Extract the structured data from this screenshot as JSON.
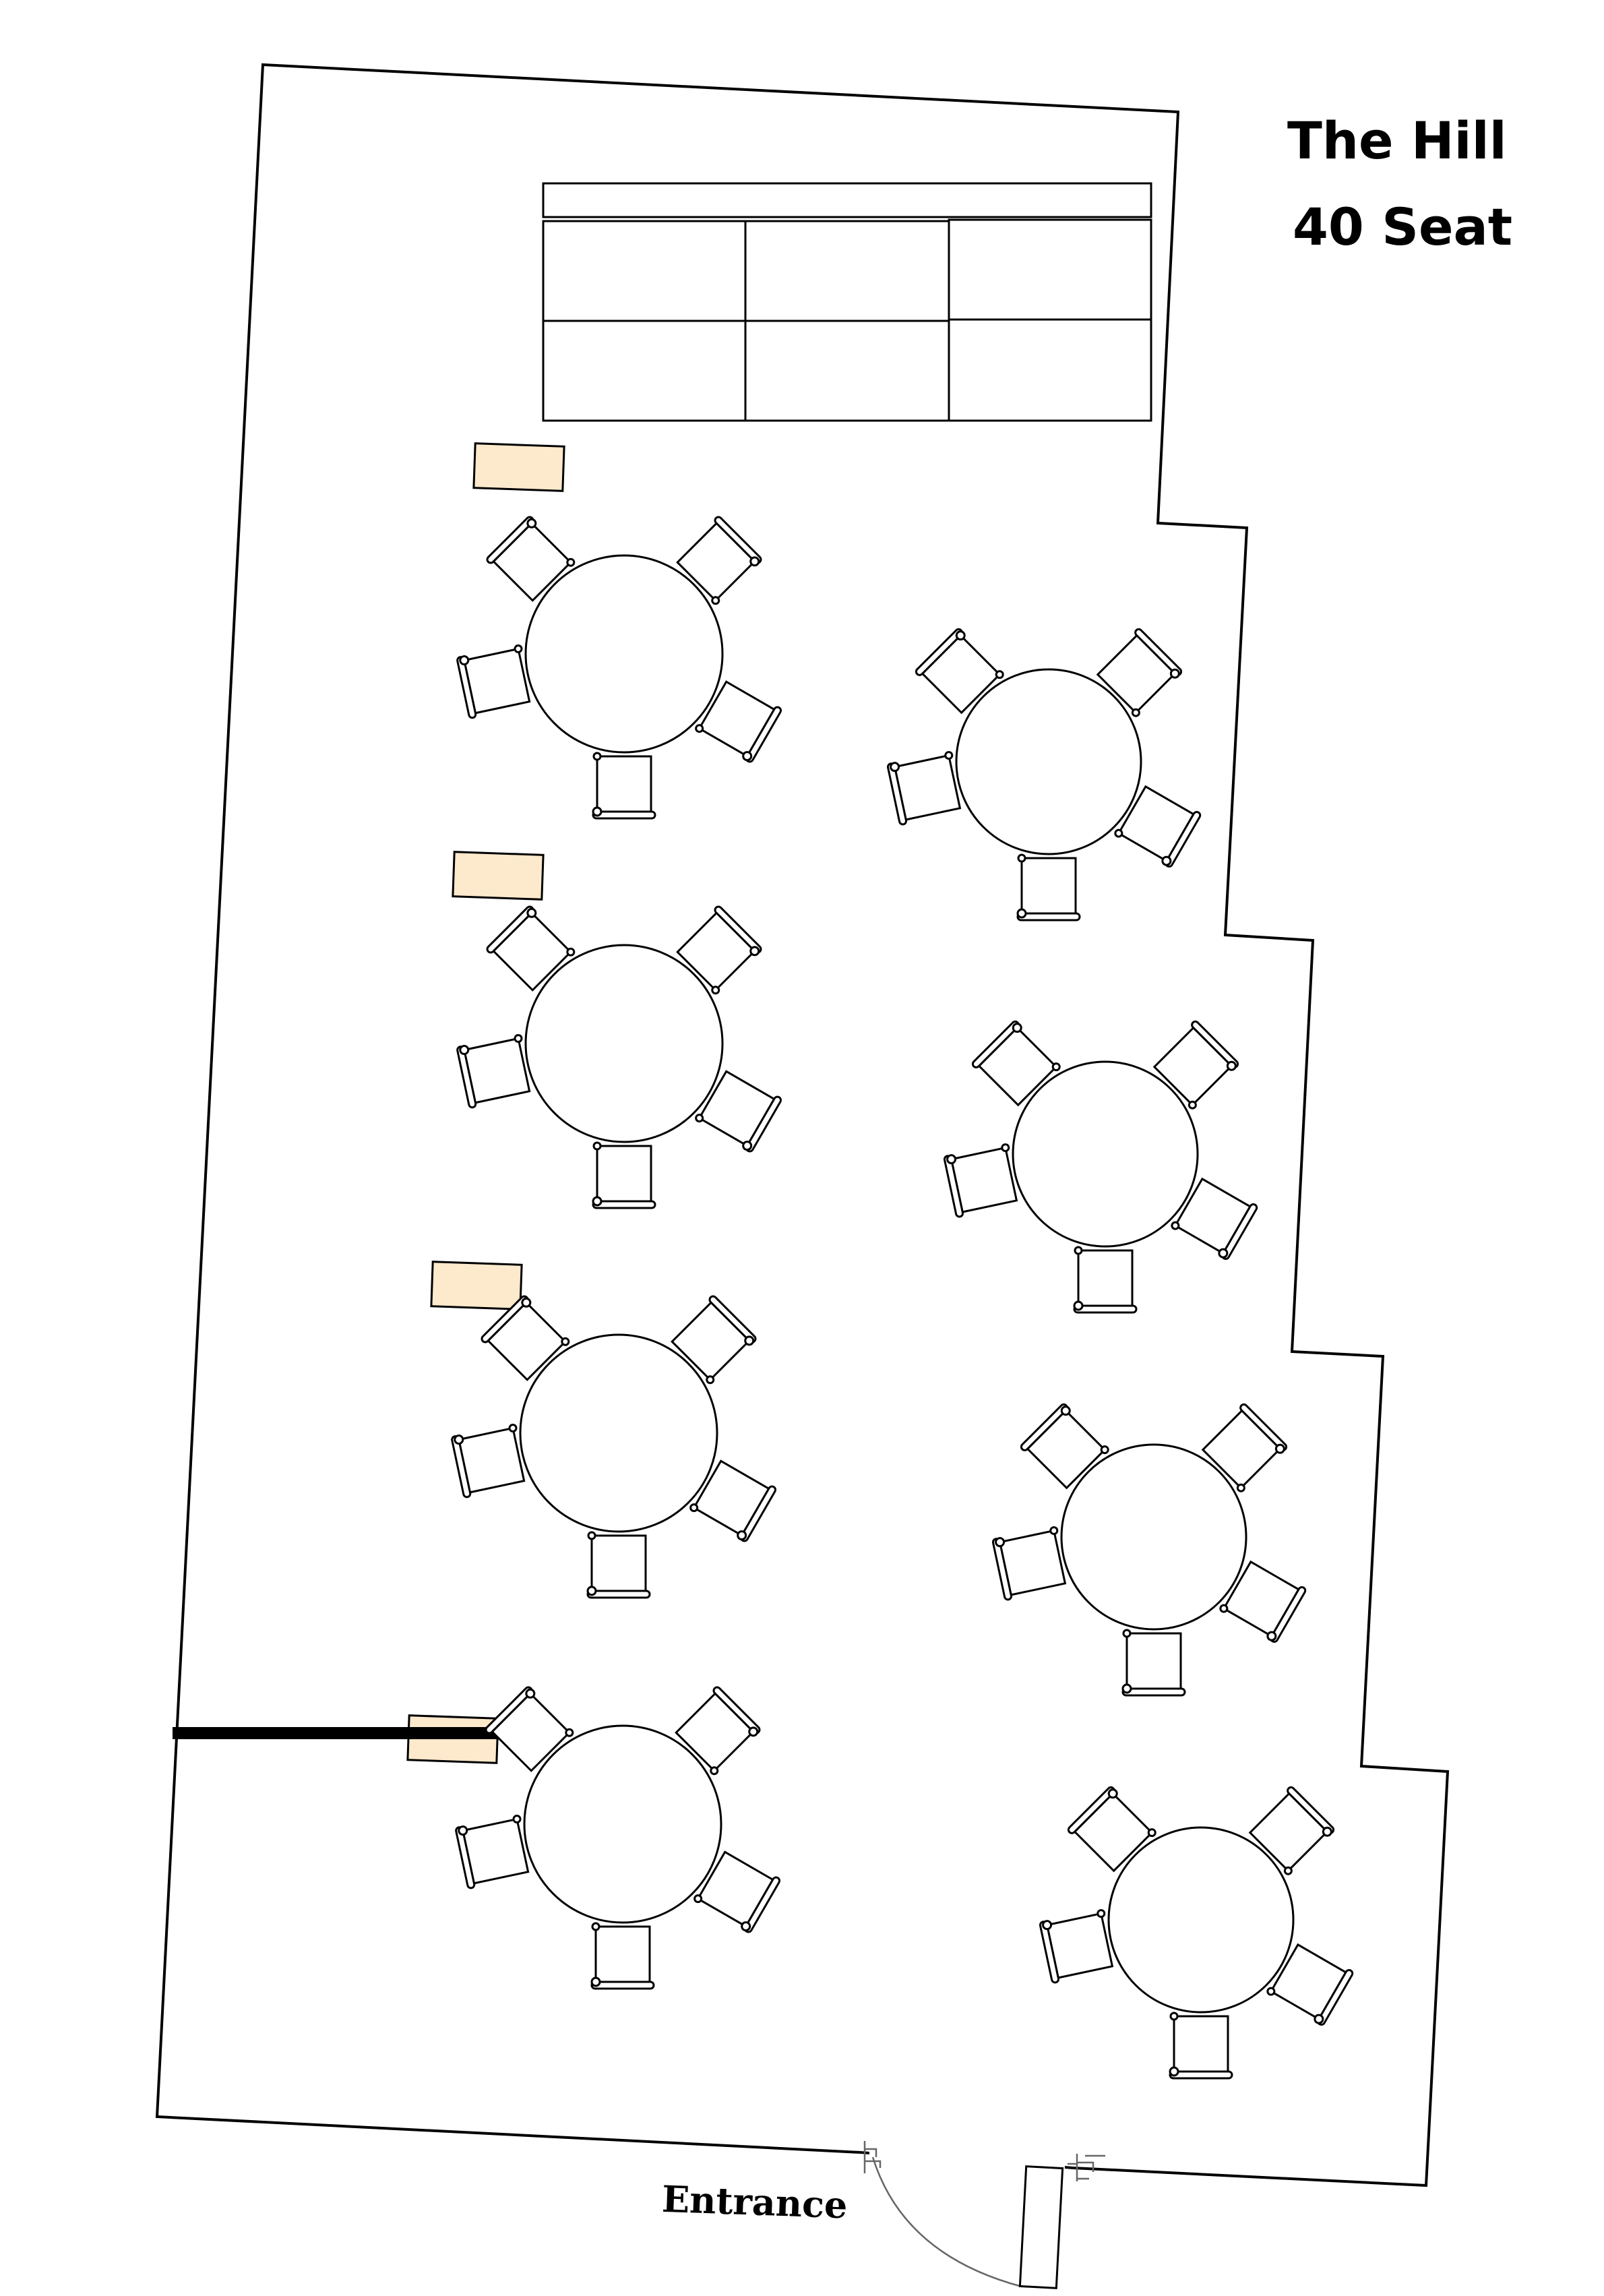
{
  "plan": {
    "room_name": "The Hill",
    "capacity_label": "40 Seat",
    "entrance_label": "Entrance",
    "table_count": 8,
    "chairs_per_table": 5,
    "colors": {
      "line": "#000000",
      "background": "#ffffff",
      "mat": "#fde9cc",
      "door_arc": "#666666"
    }
  }
}
